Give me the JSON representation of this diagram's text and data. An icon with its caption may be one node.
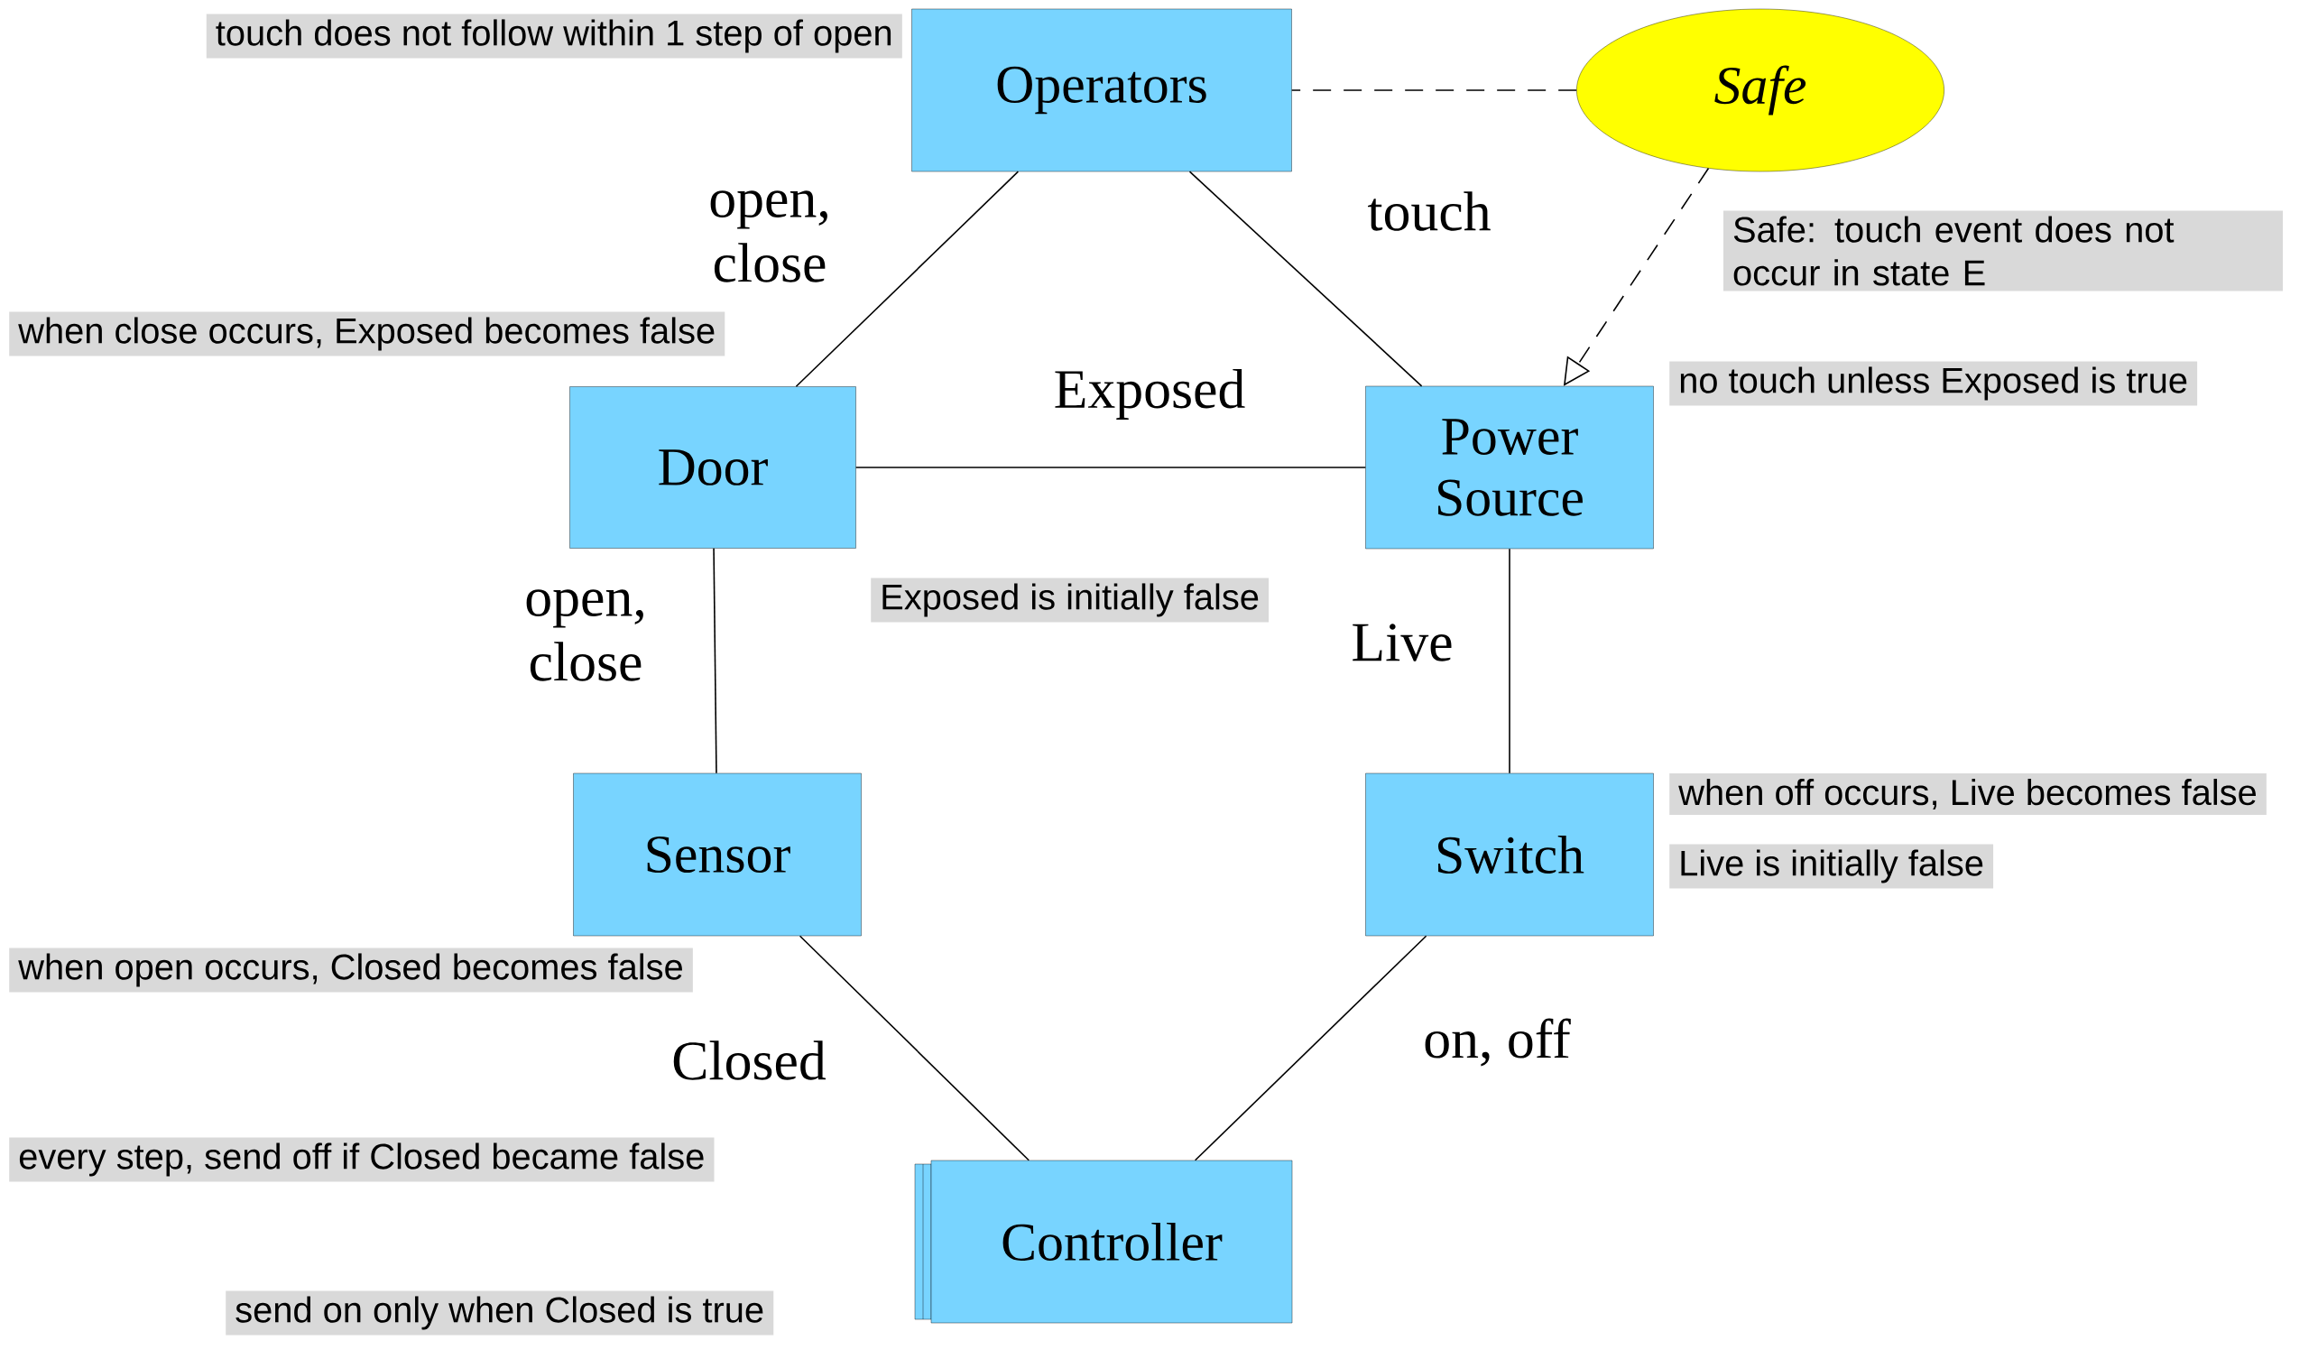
{
  "diagram": {
    "nodes": [
      {
        "text": [
          "Operators"
        ],
        "beside": [
          "touch does not follow within 1 step of open"
        ]
      },
      {
        "text": [
          "Safe"
        ],
        "beside": [
          "Safe: touch event does not occur in state E"
        ]
      },
      {
        "text": [
          "Door"
        ],
        "beside": [
          "when close occurs, Exposed becomes false",
          "Exposed is initially false"
        ]
      },
      {
        "text": [
          "Power Source"
        ],
        "beside": [
          "no touch unless Exposed is true"
        ]
      },
      {
        "text": [
          "Sensor"
        ],
        "beside": [
          "when open occurs, Closed becomes false"
        ]
      },
      {
        "text": [
          "Switch"
        ],
        "beside": [
          "when off occurs, Live becomes false",
          "Live is initially false"
        ]
      },
      {
        "text": [
          "Controller"
        ],
        "beside": [
          "every step, send off if Closed became false",
          "send on only when Closed is true"
        ]
      }
    ],
    "edges": [
      {
        "from": 0,
        "to": 2,
        "arrow": "none",
        "label": "open, close"
      },
      {
        "from": 0,
        "to": 3,
        "arrow": "none",
        "label": "touch"
      },
      {
        "from": 2,
        "to": 3,
        "arrow": "none",
        "label": "Exposed"
      },
      {
        "from": 2,
        "to": 4,
        "arrow": "none",
        "label": "open, close"
      },
      {
        "from": 3,
        "to": 5,
        "arrow": "none",
        "label": "Live"
      },
      {
        "from": 4,
        "to": 6,
        "arrow": "none",
        "label": "Closed"
      },
      {
        "from": 5,
        "to": 6,
        "arrow": "none",
        "label": "on, off"
      },
      {
        "from": 1,
        "to": 0,
        "arrow": "none",
        "style": "dashed"
      },
      {
        "from": 1,
        "to": 3,
        "arrow": "to",
        "style": "dashed"
      }
    ]
  }
}
